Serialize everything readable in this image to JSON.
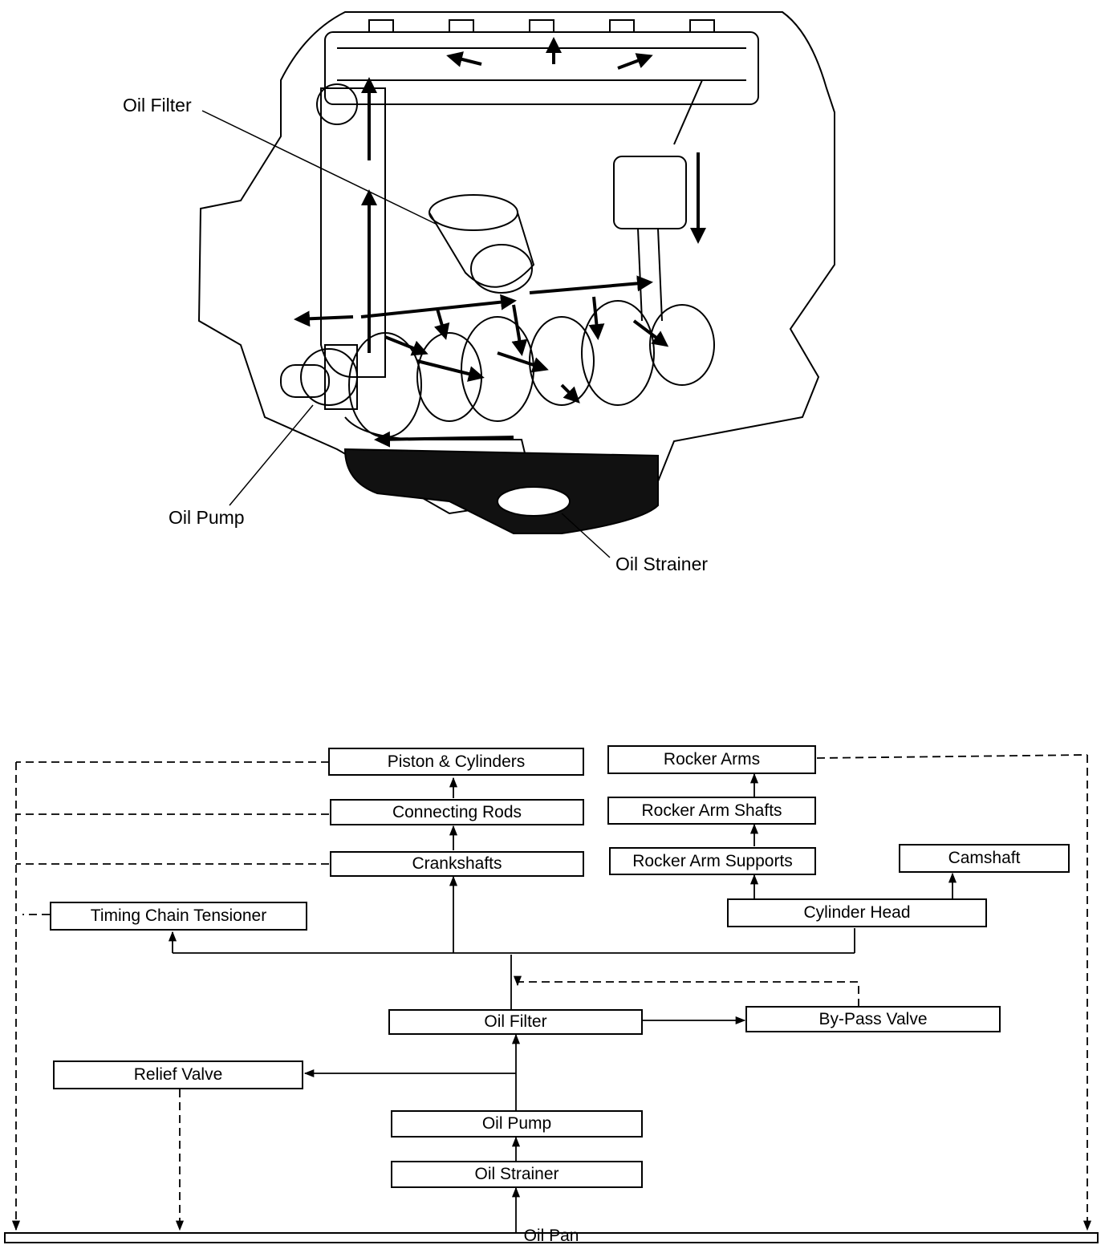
{
  "illustration": {
    "labels": {
      "oil_filter": "Oil Filter",
      "oil_pump": "Oil Pump",
      "oil_strainer": "Oil Strainer"
    }
  },
  "flowchart": {
    "piston_cylinders": "Piston & Cylinders",
    "connecting_rods": "Connecting Rods",
    "crankshafts": "Crankshafts",
    "timing_chain_tensioner": "Timing Chain Tensioner",
    "rocker_arms": "Rocker Arms",
    "rocker_arm_shafts": "Rocker Arm Shafts",
    "rocker_arm_supports": "Rocker Arm Supports",
    "camshaft": "Camshaft",
    "cylinder_head": "Cylinder Head",
    "oil_filter": "Oil Filter",
    "bypass_valve": "By-Pass Valve",
    "relief_valve": "Relief Valve",
    "oil_pump": "Oil Pump",
    "oil_strainer": "Oil Strainer",
    "oil_pan": "Oil Pan"
  },
  "colors": {
    "ink": "#000000",
    "paper": "#ffffff"
  }
}
